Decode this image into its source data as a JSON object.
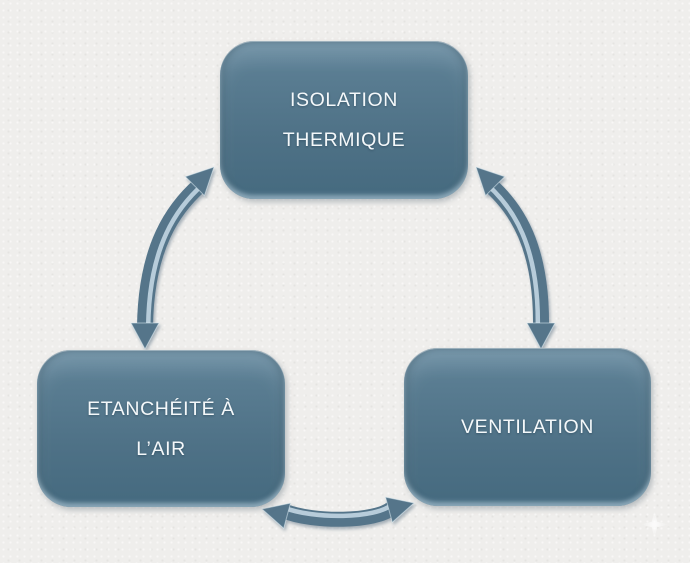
{
  "diagram": {
    "type": "cycle",
    "background_color": "#efeeec",
    "node_color_top": "#6b8ea3",
    "node_color_bottom": "#456a7f",
    "arrow_color": "#547589",
    "arrow_highlight_color": "#cfe1eb",
    "text_color": "#f4f8fa",
    "nodes": [
      {
        "id": "isolation-thermique",
        "lines": [
          "ISOLATION",
          "THERMIQUE"
        ]
      },
      {
        "id": "etancheite-a-lair",
        "lines": [
          "ETANCHÉITÉ À",
          "L’AIR"
        ]
      },
      {
        "id": "ventilation",
        "lines": [
          "VENTILATION"
        ]
      }
    ],
    "connectors": [
      {
        "id": "isolation-etancheite",
        "style": "double-headed-curved-arrow"
      },
      {
        "id": "isolation-ventilation",
        "style": "double-headed-curved-arrow"
      },
      {
        "id": "etancheite-ventilation",
        "style": "double-headed-curved-arrow"
      }
    ],
    "decor": {
      "sparkle": "four-point-star"
    }
  }
}
